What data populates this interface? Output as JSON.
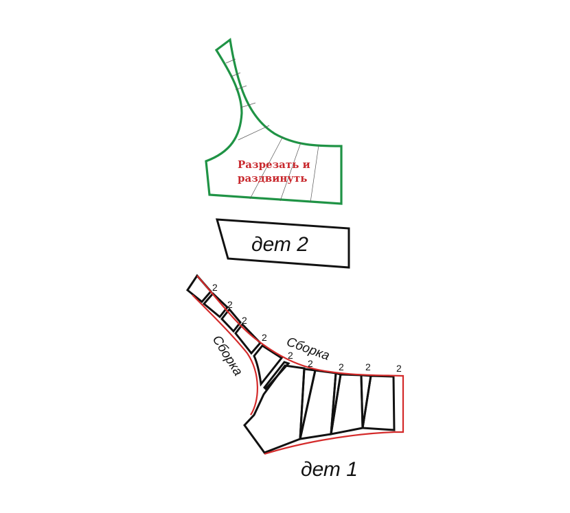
{
  "green_piece": {
    "label_line1": "Разрезать и",
    "label_line2": "раздвинуть",
    "color": "#1f9345",
    "label_color": "#c8282d"
  },
  "piece2": {
    "label": "дет 2"
  },
  "piece1": {
    "label": "дет 1",
    "gather_left": "Сборка",
    "gather_top": "Сборка",
    "spread_marks": [
      "2",
      "2",
      "2",
      "2",
      "2",
      "2",
      "2",
      "2",
      "2"
    ],
    "outline_color": "#d42a2a"
  }
}
